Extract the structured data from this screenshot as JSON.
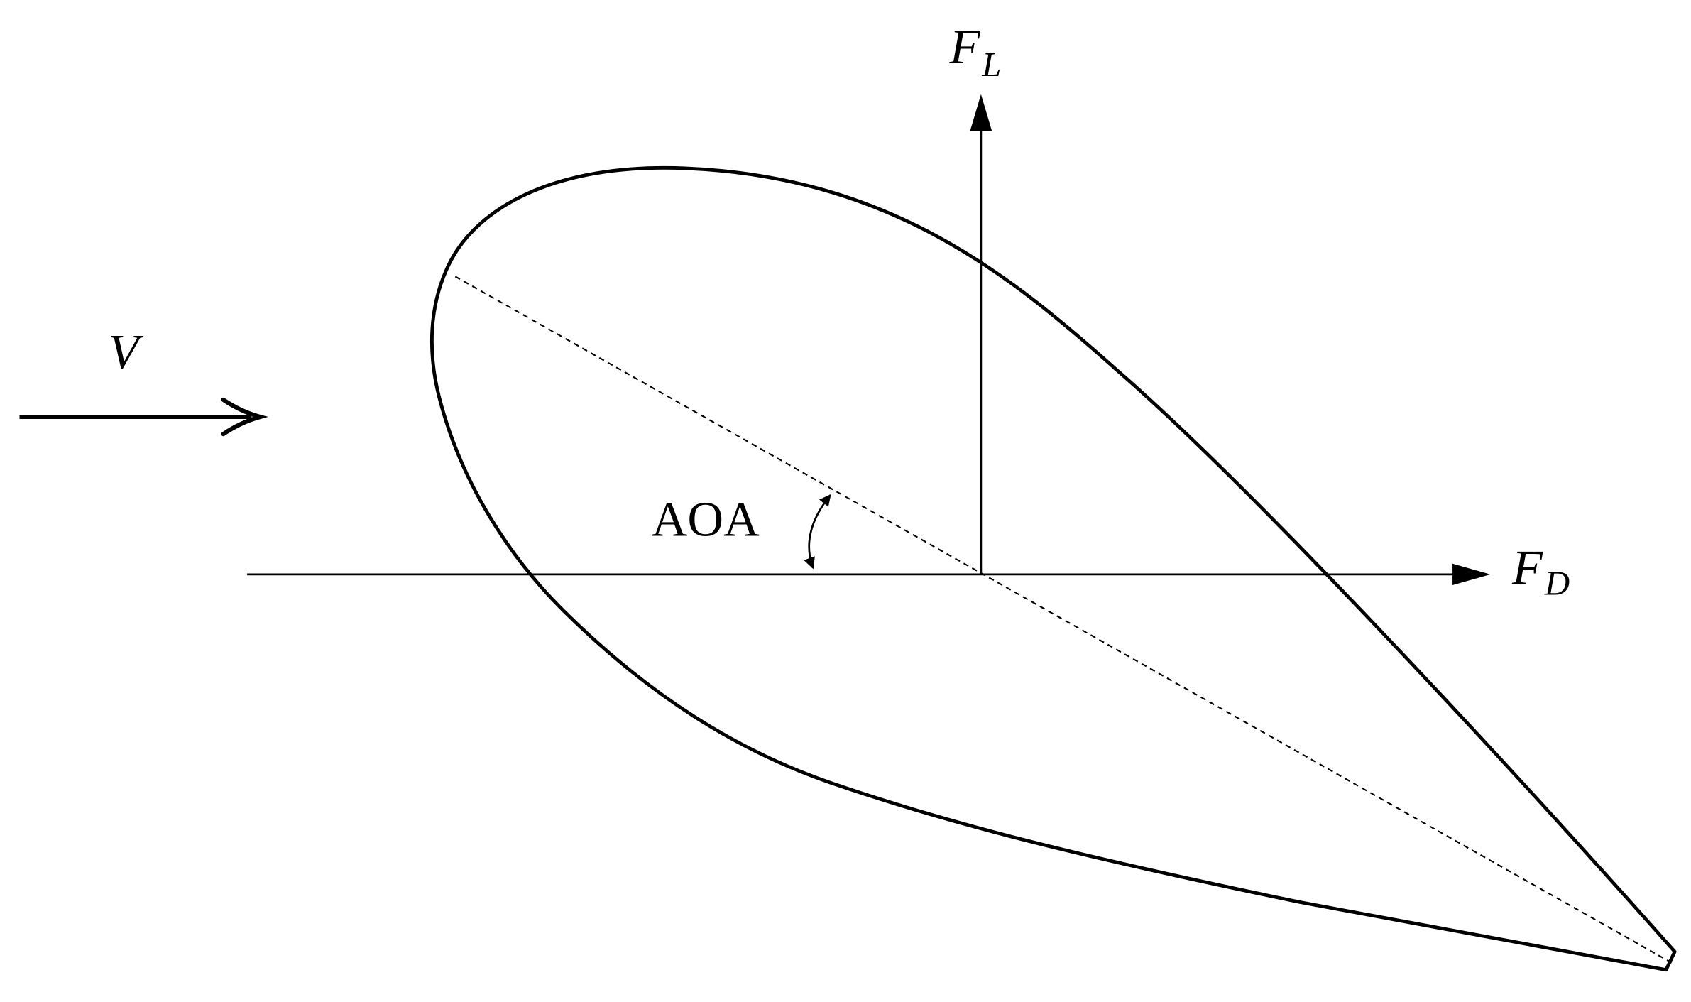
{
  "labels": {
    "velocity": "V",
    "lift_main": "F",
    "lift_sub": "L",
    "drag_main": "F",
    "drag_sub": "D",
    "angle": "AOA"
  },
  "colors": {
    "stroke": "#000000",
    "background": "#ffffff"
  }
}
